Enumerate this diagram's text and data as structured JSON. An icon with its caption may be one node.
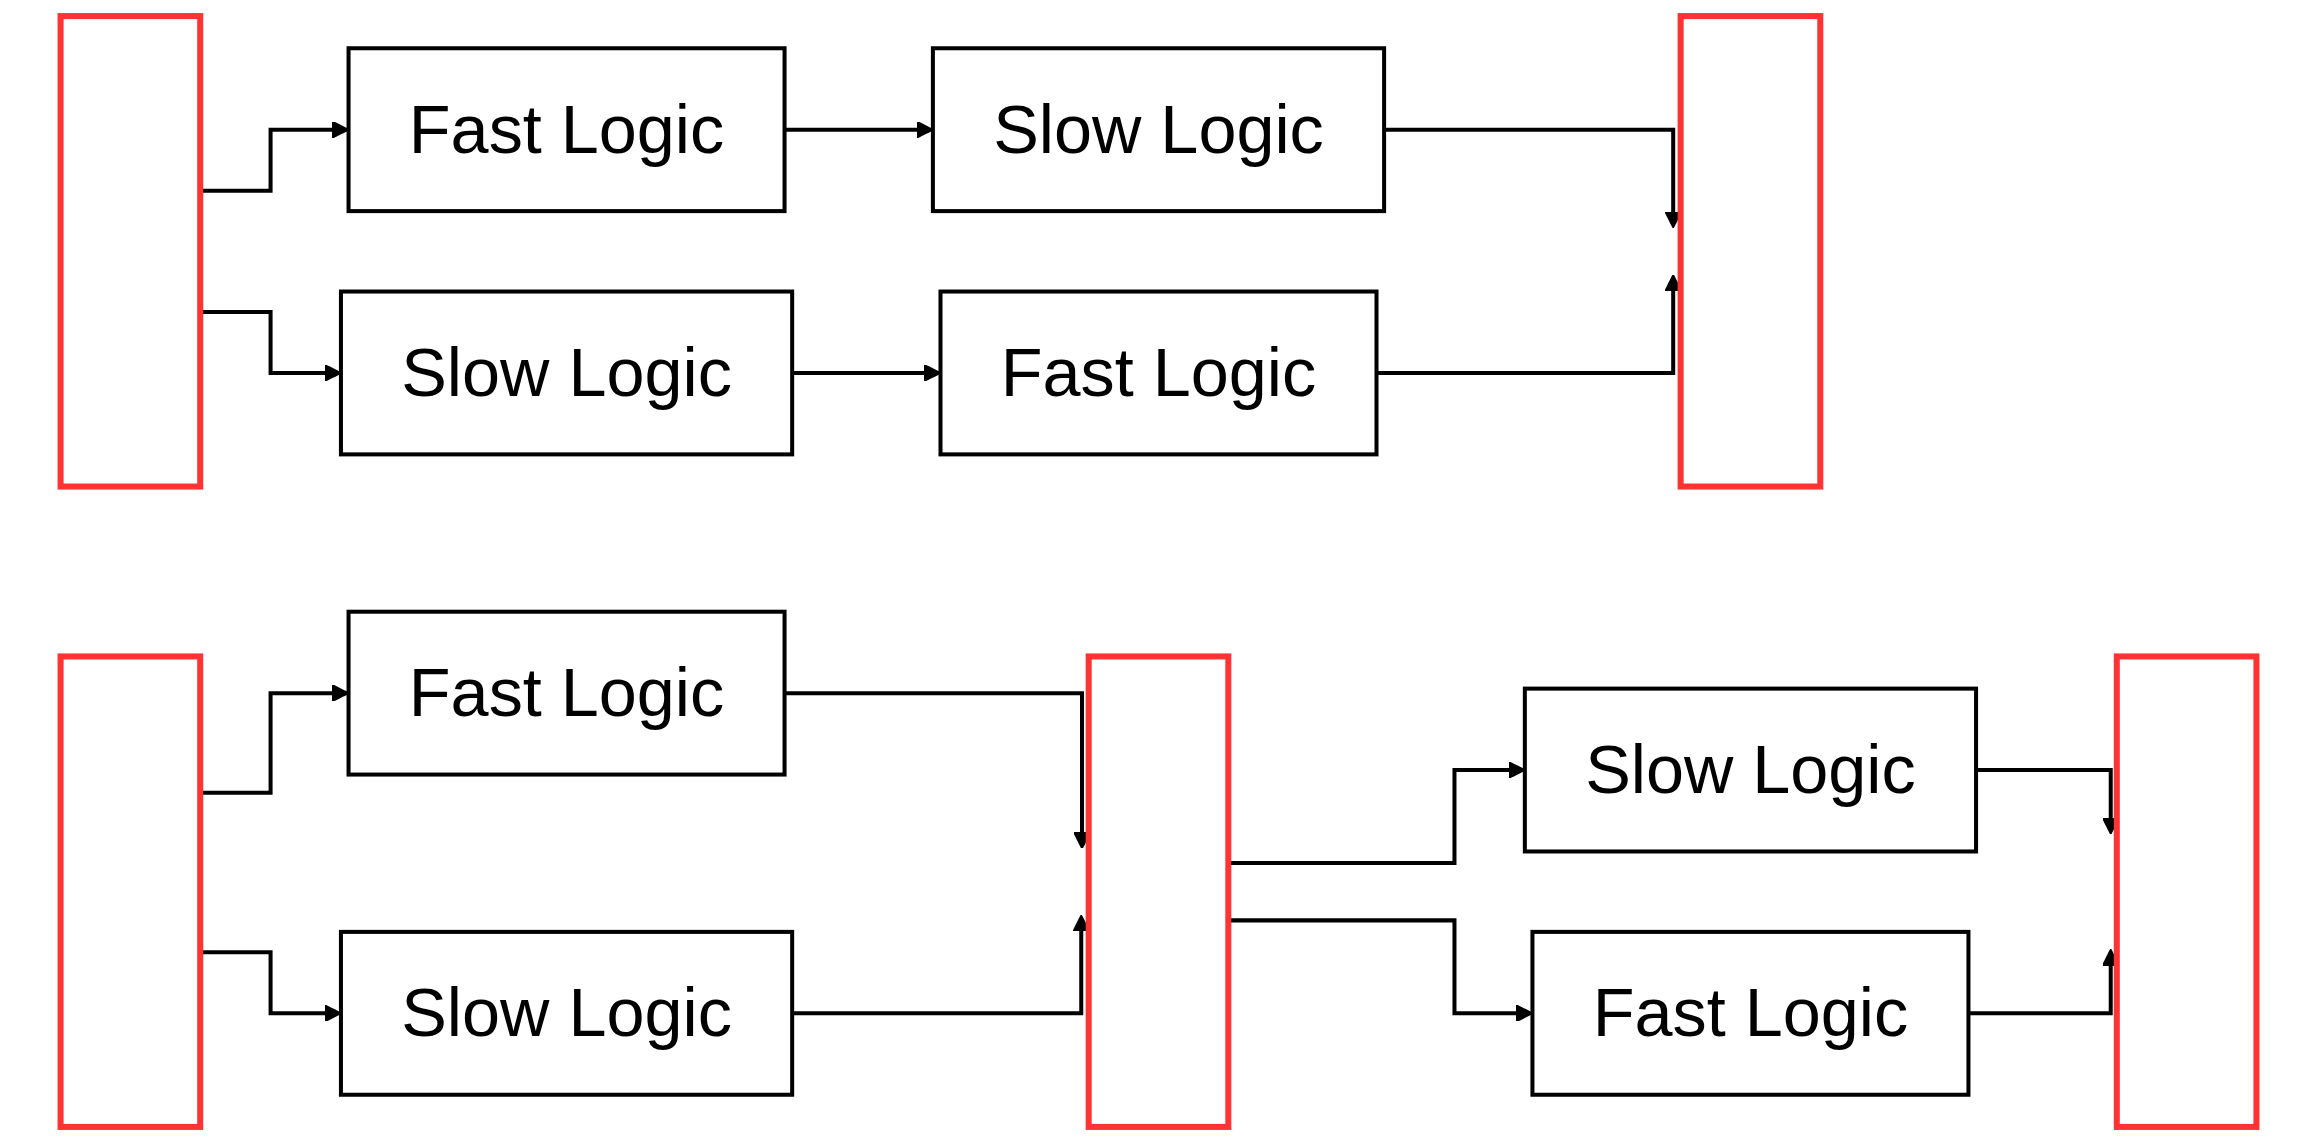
{
  "diagram": {
    "nodes": [
      {
        "text": [],
        "shape": "box"
      },
      {
        "text": [
          "Fast Logic"
        ]
      },
      {
        "text": [
          "Slow Logic"
        ]
      },
      {
        "text": [
          "Slow Logic"
        ]
      },
      {
        "text": [
          "Fast Logic"
        ]
      },
      {
        "text": [],
        "shape": "box"
      },
      {
        "text": [],
        "shape": "box"
      },
      {
        "text": [
          "Fast Logic"
        ]
      },
      {
        "text": [
          "Slow Logic"
        ]
      },
      {
        "text": [],
        "shape": "box"
      },
      {
        "text": [
          "Slow Logic"
        ]
      },
      {
        "text": [
          "Fast Logic"
        ]
      },
      {
        "text": [],
        "shape": "box"
      }
    ],
    "edges": [
      {
        "from": 0,
        "to": 1,
        "arrow": "to"
      },
      {
        "from": 0,
        "to": 3,
        "arrow": "to"
      },
      {
        "from": 1,
        "to": 2,
        "arrow": "to"
      },
      {
        "from": 3,
        "to": 4,
        "arrow": "to"
      },
      {
        "from": 2,
        "to": 5,
        "arrow": "to"
      },
      {
        "from": 4,
        "to": 5,
        "arrow": "to"
      },
      {
        "from": 6,
        "to": 7,
        "arrow": "to"
      },
      {
        "from": 6,
        "to": 8,
        "arrow": "to"
      },
      {
        "from": 7,
        "to": 9,
        "arrow": "to"
      },
      {
        "from": 8,
        "to": 9,
        "arrow": "to"
      },
      {
        "from": 9,
        "to": 10,
        "arrow": "to"
      },
      {
        "from": 9,
        "to": 11,
        "arrow": "to"
      },
      {
        "from": 10,
        "to": 12,
        "arrow": "to"
      },
      {
        "from": 11,
        "to": 12,
        "arrow": "to"
      }
    ]
  }
}
